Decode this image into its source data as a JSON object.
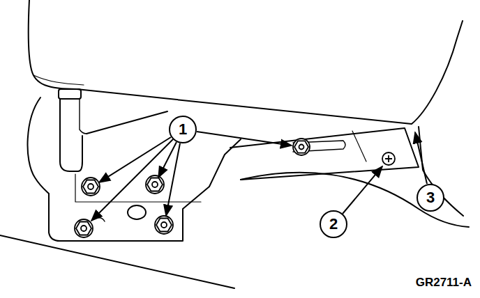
{
  "diagram": {
    "nodes": [
      {
        "text": [
          "1"
        ]
      },
      {
        "text": [
          "2"
        ]
      },
      {
        "text": [
          "3"
        ]
      }
    ],
    "labels": [
      "GR2711-A"
    ]
  }
}
